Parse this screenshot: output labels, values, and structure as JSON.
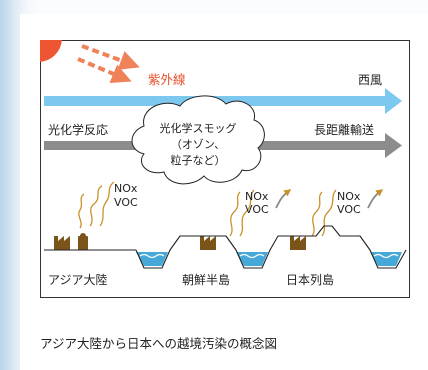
{
  "labels": {
    "uv": "紫外線",
    "westerly": "西風",
    "photochemical_reaction": "光化学反応",
    "long_distance_transport": "長距離輸送",
    "smog_line1": "光化学スモッグ",
    "smog_line2": "（オゾン、",
    "smog_line3": "粒子など）",
    "nox": "NOx",
    "voc": "VOC",
    "region_asia": "アジア大陸",
    "region_korea": "朝鮮半島",
    "region_japan": "日本列島"
  },
  "caption": "アジア大陸から日本への越境汚染の概念図",
  "colors": {
    "sun": "#ee5533",
    "uv": "#f0825a",
    "uv_text": "#e8502a",
    "wind": "#7dc8ee",
    "transport": "#8c8c8c",
    "plume": "#c8912a",
    "factory": "#7a5418",
    "sea": "#45a8d8"
  }
}
